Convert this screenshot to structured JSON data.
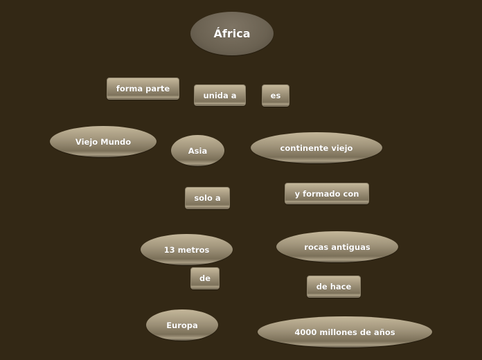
{
  "diagram": {
    "title": "África",
    "background_color": "#332815",
    "nodes": {
      "africa": "África",
      "forma_parte": "forma parte",
      "unida_a": "unida a",
      "es": "es",
      "viejo_mundo": "Viejo Mundo",
      "asia": "Asia",
      "continente_viejo": "continente viejo",
      "solo_a": "solo a",
      "y_formado_con": "y formado con",
      "trece_metros": "13 metros",
      "rocas_antiguas": "rocas antiguas",
      "de": "de",
      "de_hace": "de hace",
      "europa": "Europa",
      "cuatro_mil_millones": "4000 millones de años"
    }
  }
}
